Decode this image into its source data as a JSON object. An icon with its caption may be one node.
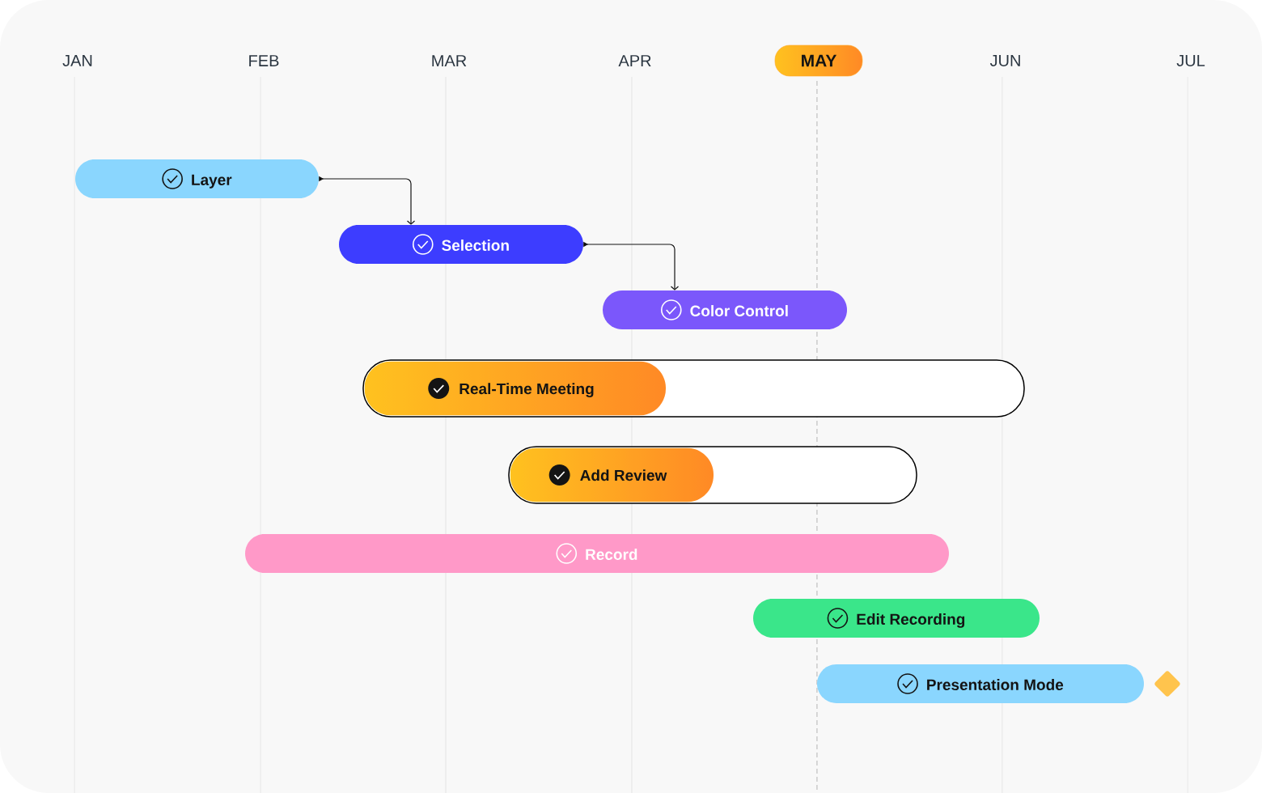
{
  "diagram": {
    "nodes": [
      {
        "text": [
          "Layer"
        ]
      },
      {
        "text": [
          "Selection"
        ]
      },
      {
        "text": [
          "Color Control"
        ]
      },
      {
        "text": [
          "Real-Time Meeting"
        ]
      },
      {
        "text": [
          "Add Review"
        ]
      },
      {
        "text": [
          "Record"
        ]
      },
      {
        "text": [
          "Edit Recording"
        ]
      },
      {
        "text": [
          "Presentation Mode"
        ]
      }
    ],
    "edges": [
      {
        "from": 0,
        "to": 1,
        "arrow": "to"
      },
      {
        "from": 1,
        "to": 2,
        "arrow": "to"
      }
    ],
    "labels": [
      "JAN",
      "FEB",
      "MAR",
      "APR",
      "MAY",
      "JUN",
      "JUL"
    ]
  }
}
